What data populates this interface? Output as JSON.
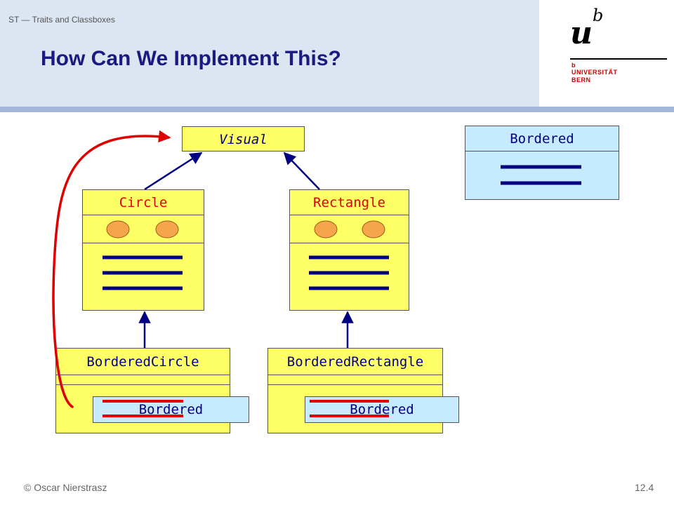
{
  "header": {
    "running_head": "ST — Traits and Classboxes",
    "title": "How Can We Implement This?"
  },
  "logo": {
    "u": "u",
    "b": "b",
    "small_b": "b",
    "line1": "UNIVERSITÄT",
    "line2": "BERN"
  },
  "diagram": {
    "visual": "Visual",
    "circle": "Circle",
    "rectangle": "Rectangle",
    "bordered": "Bordered",
    "bordered_circle": "BorderedCircle",
    "bordered_rectangle": "BorderedRectangle",
    "trait_circle": "Bordered",
    "trait_rectangle": "Bordered"
  },
  "colors": {
    "class_fill": "#ffff66",
    "trait_fill": "#c6eaff",
    "method_line": "#000080",
    "state_oval": "#f5a64c",
    "highlight": "#e00000",
    "title": "#1a1a80"
  },
  "footer": {
    "author": "© Oscar Nierstrasz",
    "page": "12.4"
  }
}
